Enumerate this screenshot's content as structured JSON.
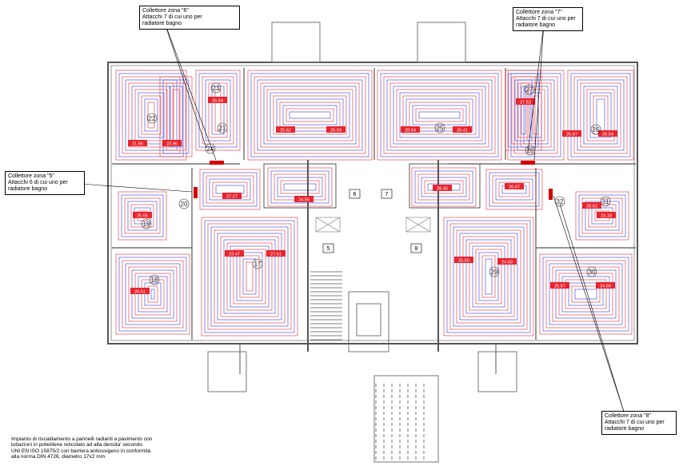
{
  "callouts": {
    "zona5": "Collettore zona \"5\"\nAttacchi 6 di cui uno per\nradiatore bagno",
    "zona6": "Collettore zona \"6\"\nAttacchi 7 di cui uno per\nradiatore bagno",
    "zona7": "Collettore zona \"7\"\nAttacchi 7 di cui uno per\nradiatore bagno",
    "zona8": "Collettore zona \"8\"\nAttacchi 7 di cui uno per\nradiatore bagno"
  },
  "footnote": "Impianto di riscaldamento a pannelli radianti a pavimento con\ntubazioni in polietilene reticolato ad alta densita' secondo\nUNI EN ISO 15875/2 con barriera antiossigeno in conformità\nalla norma DIN 4726, diametro 17x2 mm",
  "room_numbers": [
    "22",
    "21",
    "25",
    "26",
    "23",
    "27",
    "24",
    "28",
    "20",
    "32",
    "19",
    "31",
    "17",
    "29",
    "18",
    "30"
  ],
  "stair_numbers": [
    "6",
    "7",
    "5",
    "8"
  ],
  "circuit_labels": [
    "21.56",
    "23.96",
    "25.62",
    "26.93",
    "26.54",
    "28.64",
    "26.41",
    "26.67",
    "26.54",
    "27.52",
    "27.27",
    "24.56",
    "28.45",
    "26.67",
    "25.65",
    "23.18",
    "23.47",
    "27.61",
    "25.50",
    "24.60",
    "26.51",
    "25.67",
    "24.60",
    "26.62"
  ],
  "colors": {
    "flow": "#e0303a",
    "return": "#3a3ad6",
    "wall": "#555555",
    "collector": "#d40000"
  }
}
